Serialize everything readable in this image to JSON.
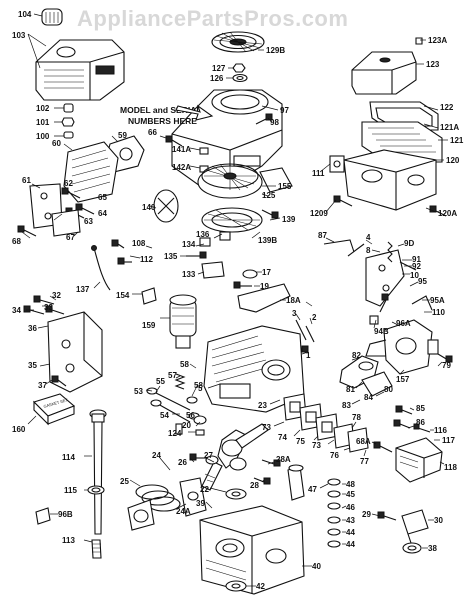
{
  "watermark": "AppliancePartsPros.com",
  "model_note": [
    "MODEL and SERIAL",
    "NUMBERS HERE"
  ],
  "ink_color": "#111111",
  "callouts": {
    "c104": "104",
    "c103": "103",
    "c129b": "129B",
    "c127": "127",
    "c126": "126",
    "c123a": "123A",
    "c123": "123",
    "c97": "97",
    "c98": "98",
    "c122": "122",
    "c121a": "121A",
    "c121": "121",
    "c120": "120",
    "c102": "102",
    "c101": "101",
    "c100": "100",
    "c59": "59",
    "c60": "60",
    "c66": "66",
    "c141a": "141A",
    "c142a": "142A",
    "c155": "155",
    "c111": "111",
    "c1209": "1209",
    "c120a": "120A",
    "c61": "61",
    "c62": "62",
    "c65": "65",
    "c64": "64",
    "c63": "63",
    "c67": "67",
    "c68": "68",
    "c140": "140",
    "c125": "125",
    "c139": "139",
    "c136": "136",
    "c139b": "139B",
    "c87": "87",
    "c4": "4",
    "c9d": "9D",
    "c108": "108",
    "c112": "112",
    "c134": "134",
    "c135": "135",
    "c133": "133",
    "c17": "17",
    "c19": "19",
    "c8": "8",
    "c91": "91",
    "c92": "92",
    "c10": "10",
    "c95": "95",
    "c137": "137",
    "c154": "154",
    "c18a": "18A",
    "c6": "6",
    "c32": "32",
    "c34": "34",
    "c33": "33",
    "c36": "36",
    "c159": "159",
    "c3": "3",
    "c2": "2",
    "c95a": "95A",
    "c110": "110",
    "c96a": "96A",
    "c94b": "94B",
    "c1": "1",
    "c82": "82",
    "c157": "157",
    "c79": "79",
    "c35": "35",
    "c37": "37",
    "c58a": "58",
    "c57": "57",
    "c55": "55",
    "c58b": "58",
    "c53": "53",
    "c5": "5",
    "c81": "81",
    "c83": "83",
    "c84": "84",
    "c80": "80",
    "c23": "23",
    "c54": "54",
    "c56": "56",
    "c20": "20",
    "c124": "124",
    "c160": "160",
    "c73a": "73",
    "c74": "74",
    "c75": "75",
    "c73b": "73",
    "c78": "78",
    "c76": "76",
    "c77": "77",
    "c85": "85",
    "c86": "86",
    "c116": "116",
    "c117": "117",
    "c114": "114",
    "c24": "24",
    "c26": "26",
    "c27": "27",
    "c28a": "28A",
    "c68a": "68A",
    "c118": "118",
    "c25": "25",
    "c22": "22",
    "c28": "28",
    "c47": "47",
    "c48": "48",
    "c45": "45",
    "c115": "115",
    "c24a": "24A",
    "c39": "39",
    "c46": "46",
    "c96b": "96B",
    "c43": "43",
    "c44a": "44",
    "c29": "29",
    "c30": "30",
    "c113": "113",
    "c44b": "44",
    "c38": "38",
    "c40": "40",
    "c42": "42"
  }
}
